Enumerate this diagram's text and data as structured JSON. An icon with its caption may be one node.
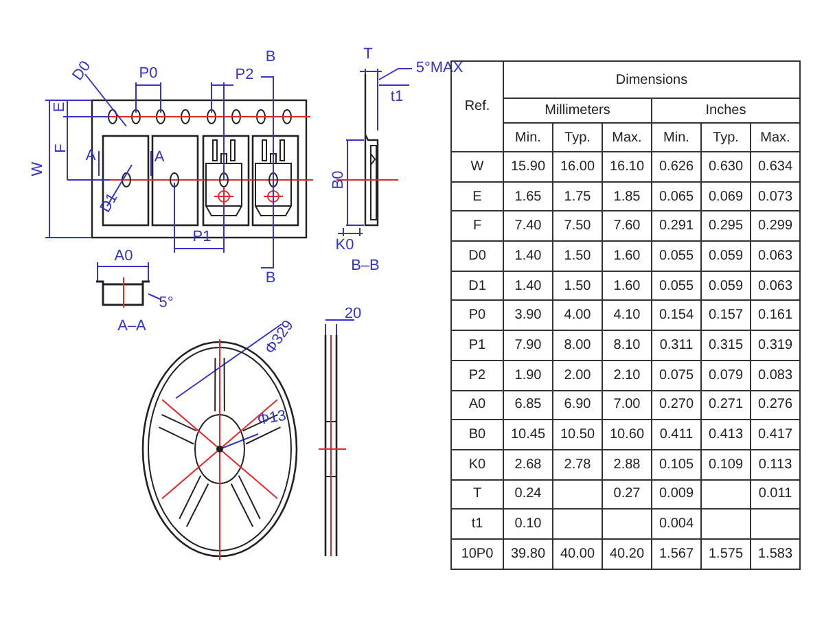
{
  "diagram": {
    "labels": [
      "D0",
      "P0",
      "B",
      "P2",
      "T",
      "E",
      "5°MAX",
      "t1",
      "F",
      "W",
      "A",
      "A",
      "D1",
      "B0",
      "P1",
      "K0",
      "B",
      "B–B",
      "A0",
      "5°",
      "A–A",
      "Φ329",
      "20",
      "Φ13",
      "Ref.",
      "Dimensions",
      "Millimeters",
      "Inches",
      "Min.",
      "Typ.",
      "Max.",
      "Min.",
      "Typ.",
      "Max.",
      "W",
      "15.90",
      "16.00",
      "16.10",
      "0.626",
      "0.630",
      "0.634",
      "E",
      "1.65",
      "1.75",
      "1.85",
      "0.065",
      "0.069",
      "0.073",
      "F",
      "7.40",
      "7.50",
      "7.60",
      "0.291",
      "0.295",
      "0.299",
      "D0",
      "1.40",
      "1.50",
      "1.60",
      "0.055",
      "0.059",
      "0.063",
      "D1",
      "1.40",
      "1.50",
      "1.60",
      "0.055",
      "0.059",
      "0.063",
      "P0",
      "3.90",
      "4.00",
      "4.10",
      "0.154",
      "0.157",
      "0.161",
      "P1",
      "7.90",
      "8.00",
      "8.10",
      "0.311",
      "0.315",
      "0.319",
      "P2",
      "1.90",
      "2.00",
      "2.10",
      "0.075",
      "0.079",
      "0.083",
      "A0",
      "6.85",
      "6.90",
      "7.00",
      "0.270",
      "0.271",
      "0.276",
      "B0",
      "10.45",
      "10.50",
      "10.60",
      "0.411",
      "0.413",
      "0.417",
      "K0",
      "2.68",
      "2.78",
      "2.88",
      "0.105",
      "0.109",
      "0.113",
      "T",
      "0.24",
      "0.27",
      "0.009",
      "0.011",
      "t1",
      "0.10",
      "0.004",
      "10P0",
      "39.80",
      "40.00",
      "40.20",
      "1.567",
      "1.575",
      "1.583"
    ]
  }
}
